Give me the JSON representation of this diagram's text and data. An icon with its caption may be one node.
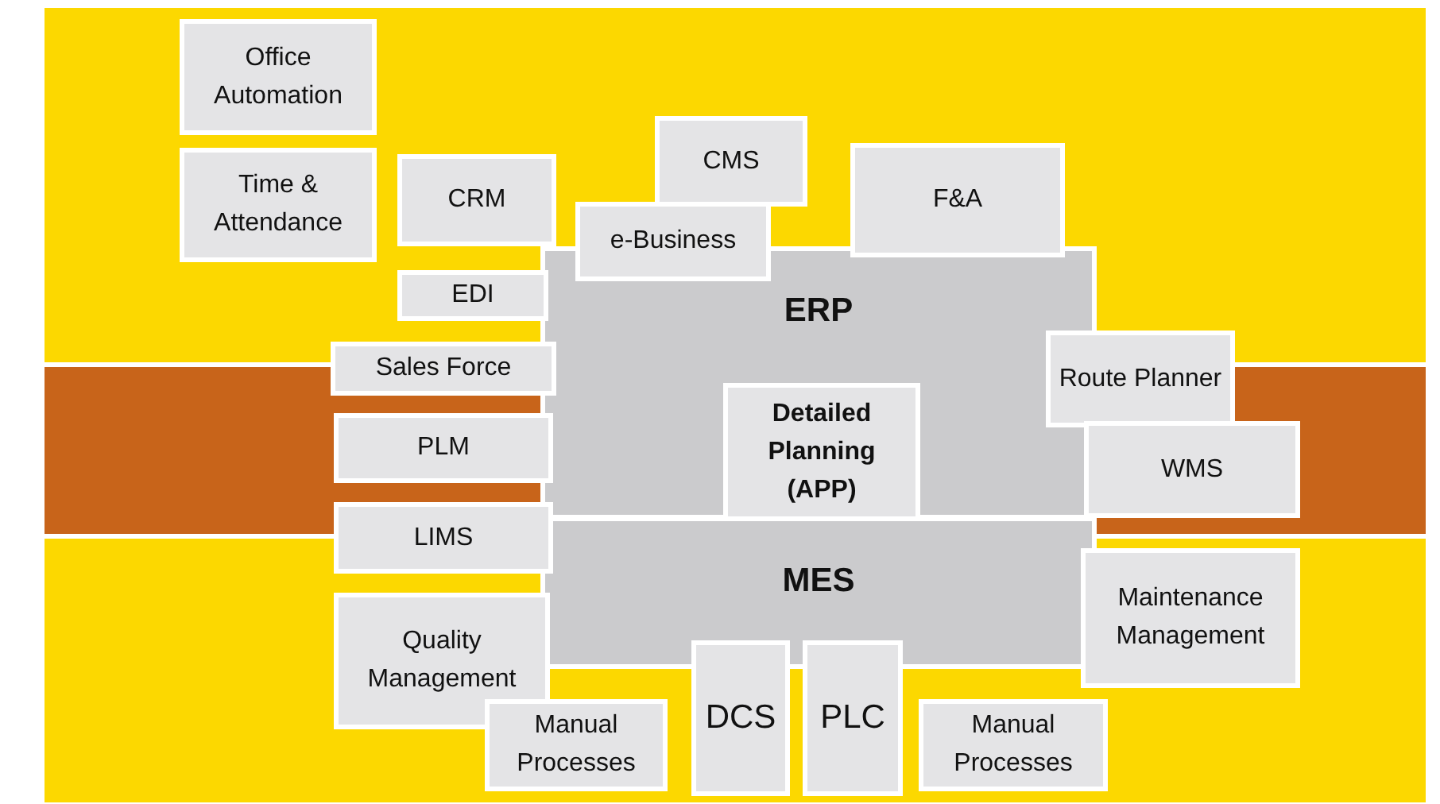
{
  "diagram": {
    "nodes": [
      {
        "text": [
          "Office Automation"
        ]
      },
      {
        "text": [
          "Time & Attendance"
        ]
      },
      {
        "text": [
          "CMS"
        ]
      },
      {
        "text": [
          "CRM"
        ]
      },
      {
        "text": [
          "F&A"
        ]
      },
      {
        "text": [
          "e-Business"
        ]
      },
      {
        "text": [
          "ERP"
        ]
      },
      {
        "text": [
          "EDI"
        ]
      },
      {
        "text": [
          "Sales Force"
        ]
      },
      {
        "text": [
          "Route Planner"
        ]
      },
      {
        "text": [
          "PLM"
        ]
      },
      {
        "text": [
          "Detailed Planning (APP)"
        ],
        "in": 6
      },
      {
        "text": [
          "WMS"
        ]
      },
      {
        "text": [
          "LIMS"
        ]
      },
      {
        "text": [
          "MES"
        ]
      },
      {
        "text": [
          "Maintenance Management"
        ]
      },
      {
        "text": [
          "Quality Management"
        ]
      },
      {
        "text": [
          "Manual Processes"
        ]
      },
      {
        "text": [
          "DCS"
        ]
      },
      {
        "text": [
          "PLC"
        ]
      },
      {
        "text": [
          "Manual Processes"
        ]
      }
    ]
  }
}
